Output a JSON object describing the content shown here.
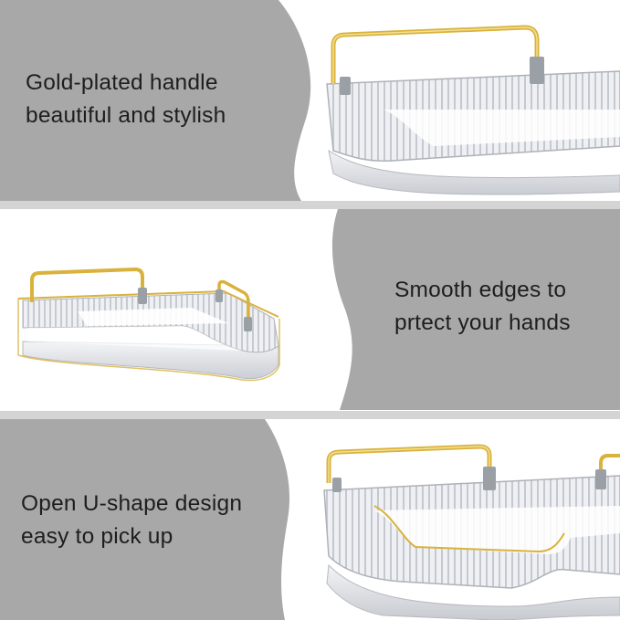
{
  "colors": {
    "gray_band": "#a8a8a8",
    "divider": "#d4d4d4",
    "gold": "#d9b23c",
    "text": "#1e1e1e"
  },
  "features": [
    {
      "line1": "Gold-plated handle",
      "line2": "beautiful and stylish"
    },
    {
      "line1": "Smooth edges to",
      "line2": "prtect your hands"
    },
    {
      "line1": "Open U-shape design",
      "line2": "easy to pick up"
    }
  ]
}
